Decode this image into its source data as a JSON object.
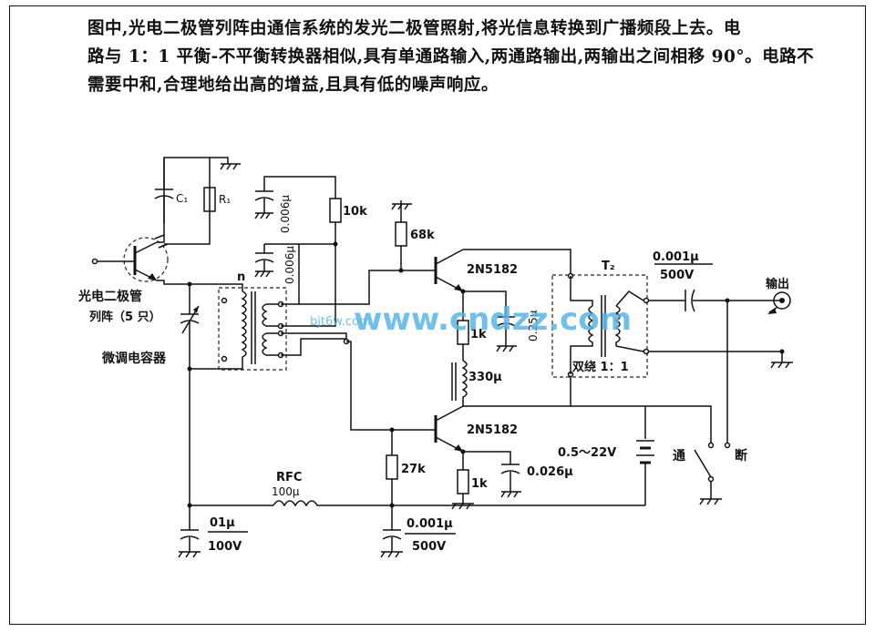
{
  "caption": {
    "line1": "图中,光电二极管列阵由通信系统的发光二极管照射,将光信息转换到广播频段上去。电",
    "line2": "路与 1：1 平衡-不平衡转换器相似,具有单通路输入,两通路输出,两输出之间相移 90°。电路不",
    "line3": "需要中和,合理地给出高的增益,且具有低的噪声响应。"
  },
  "components": {
    "c1": "C₁",
    "r1": "R₁",
    "cap_006_top": "0.006μ",
    "cap_006_mid": "0.006μ",
    "res_10k": "10k",
    "res_68k": "68k",
    "res_1k_top": "1k",
    "ind_330u": "330μ",
    "res_27k": "27k",
    "res_1k_bot": "1k",
    "cap_026": "0.026μ",
    "cap_025": "0.25μ",
    "q1": "2N5182",
    "q2": "2N5182",
    "t2": "T₂",
    "bifilar": "双绕 1：1",
    "cap_out_val": "0.001μ",
    "cap_out_v": "500V",
    "output": "输出",
    "battery": "0.5～22V",
    "switch_on": "通",
    "switch_off": "断",
    "rfc": "RFC",
    "rfc_val": "100μ",
    "cap_left_val": "01μ",
    "cap_left_v": "100V",
    "cap_mid_val": "0.001μ",
    "cap_mid_v": "500V",
    "photodiode_line1": "光电二极管",
    "photodiode_line2": "列阵（5 只）",
    "trimmer": "微调电容器",
    "n": "n"
  },
  "watermark": {
    "main": "www.cndzz.com",
    "sub": "bjt6w.com"
  }
}
